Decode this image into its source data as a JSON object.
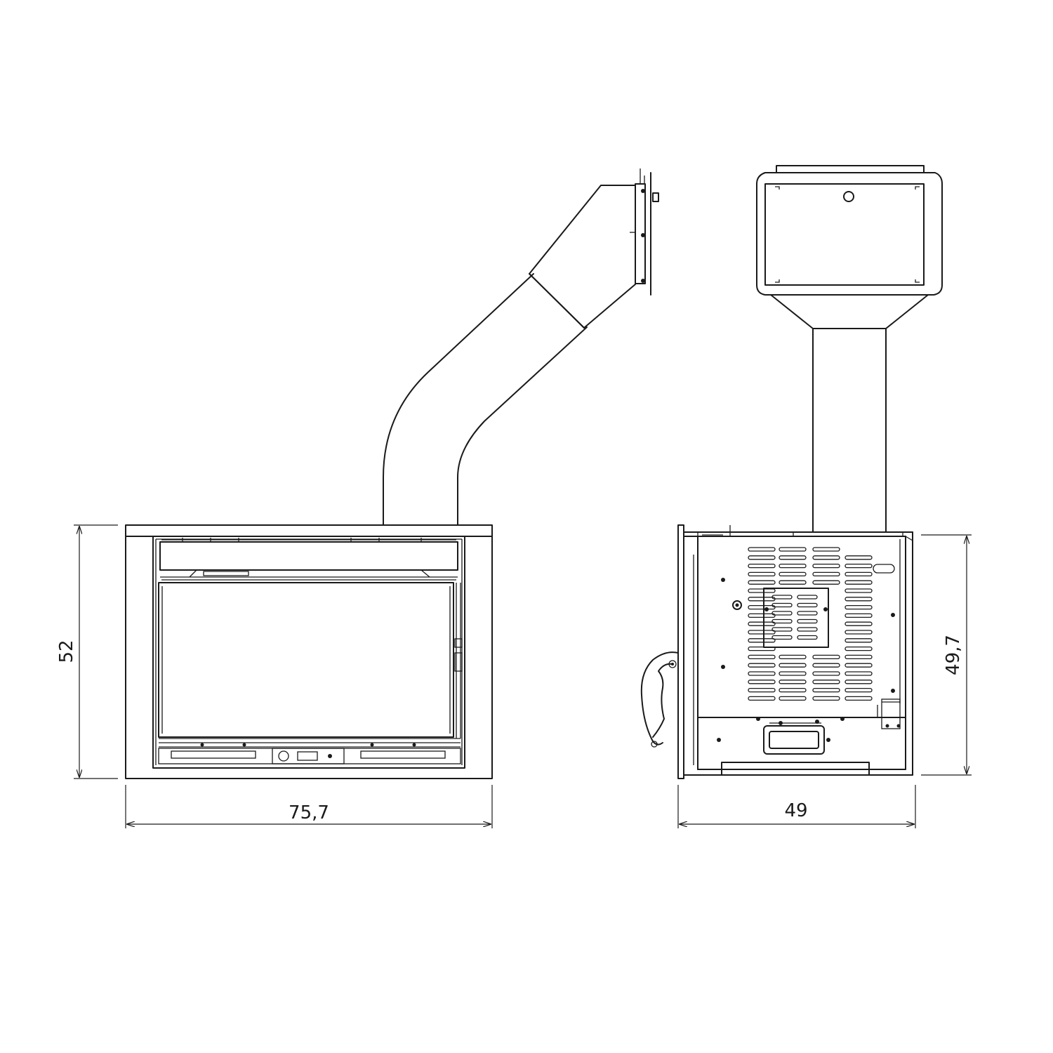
{
  "dimensions": {
    "front_height": "52",
    "front_width": "75,7",
    "side_height": "49,7",
    "side_depth": "49"
  },
  "colors": {
    "line": "#1a1a1a",
    "background": "#ffffff"
  }
}
